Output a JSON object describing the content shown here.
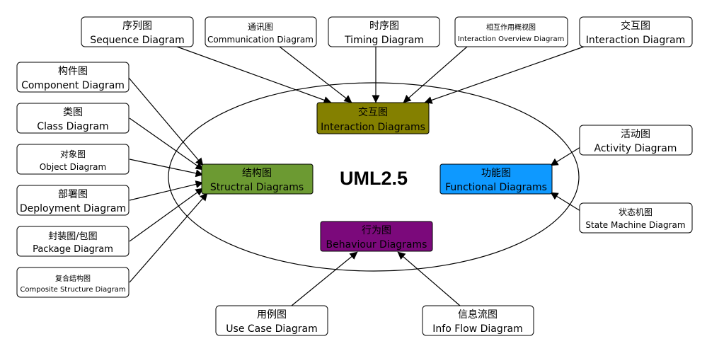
{
  "center": {
    "title": "UML2.5"
  },
  "colors": {
    "structural": "#6c9a32",
    "behavioural": "#7b097b",
    "interaction": "#848000",
    "functional": "#0e99ff"
  },
  "categories": {
    "structural": {
      "zh": "结构图",
      "en": "Structral Diagrams"
    },
    "behavioural": {
      "zh": "行为图",
      "en": "Behaviour Diagrams"
    },
    "interaction": {
      "zh": "交互图",
      "en": "Interaction Diagrams"
    },
    "functional": {
      "zh": "功能图",
      "en": "Functional Diagrams"
    }
  },
  "diagrams": {
    "sequence": {
      "zh": "序列图",
      "en": "Sequence Diagram"
    },
    "communication": {
      "zh": "通讯图",
      "en": "Communication Diagram"
    },
    "timing": {
      "zh": "时序图",
      "en": "Timing Diagram"
    },
    "interaction_overview": {
      "zh": "相互作用概视图",
      "en": "Interaction Overview Diagram"
    },
    "interaction": {
      "zh": "交互图",
      "en": "Interaction Diagram"
    },
    "component": {
      "zh": "构件图",
      "en": "Component Diagram"
    },
    "class": {
      "zh": "类图",
      "en": "Class Diagram"
    },
    "object": {
      "zh": "对象图",
      "en": "Object Diagram"
    },
    "deployment": {
      "zh": "部署图",
      "en": "Deployment Diagram"
    },
    "package": {
      "zh": "封装图/包图",
      "en": "Package Diagram"
    },
    "composite_structure": {
      "zh": "复合结构图",
      "en": "Composite Structure Diagram"
    },
    "activity": {
      "zh": "活动图",
      "en": "Activity Diagram"
    },
    "state_machine": {
      "zh": "状态机图",
      "en": "State Machine Diagram"
    },
    "use_case": {
      "zh": "用例图",
      "en": "Use Case Diagram"
    },
    "info_flow": {
      "zh": "信息流图",
      "en": "Info Flow Diagram"
    }
  }
}
